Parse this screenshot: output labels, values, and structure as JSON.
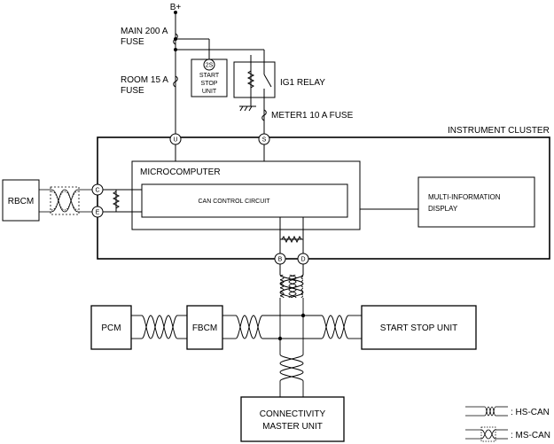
{
  "power": {
    "b_plus": "B+",
    "main_fuse": [
      "MAIN 200 A",
      "FUSE"
    ],
    "room_fuse": [
      "ROOM 15 A",
      "FUSE"
    ],
    "meter_fuse": "METER1 10 A FUSE",
    "ig1_relay": "IG1 RELAY"
  },
  "start_stop_box": {
    "label": [
      "START",
      "STOP",
      "UNIT"
    ],
    "terminal": "2S"
  },
  "instrument_cluster": {
    "title": "INSTRUMENT CLUSTER",
    "microcomputer": "MICROCOMPUTER",
    "can_control_circuit": "CAN CONTROL CIRCUIT",
    "display": [
      "MULTI-INFORMATION",
      "DISPLAY"
    ]
  },
  "terminals": {
    "u": "U",
    "s": "S",
    "c": "C",
    "e": "E",
    "b": "B",
    "d": "D"
  },
  "modules": {
    "rbcm": "RBCM",
    "pcm": "PCM",
    "fbcm": "FBCM",
    "start_stop_unit": "START STOP UNIT",
    "connectivity": [
      "CONNECTIVITY",
      "MASTER UNIT"
    ]
  },
  "legend": {
    "hs_can": ": HS-CAN",
    "ms_can": ": MS-CAN"
  }
}
